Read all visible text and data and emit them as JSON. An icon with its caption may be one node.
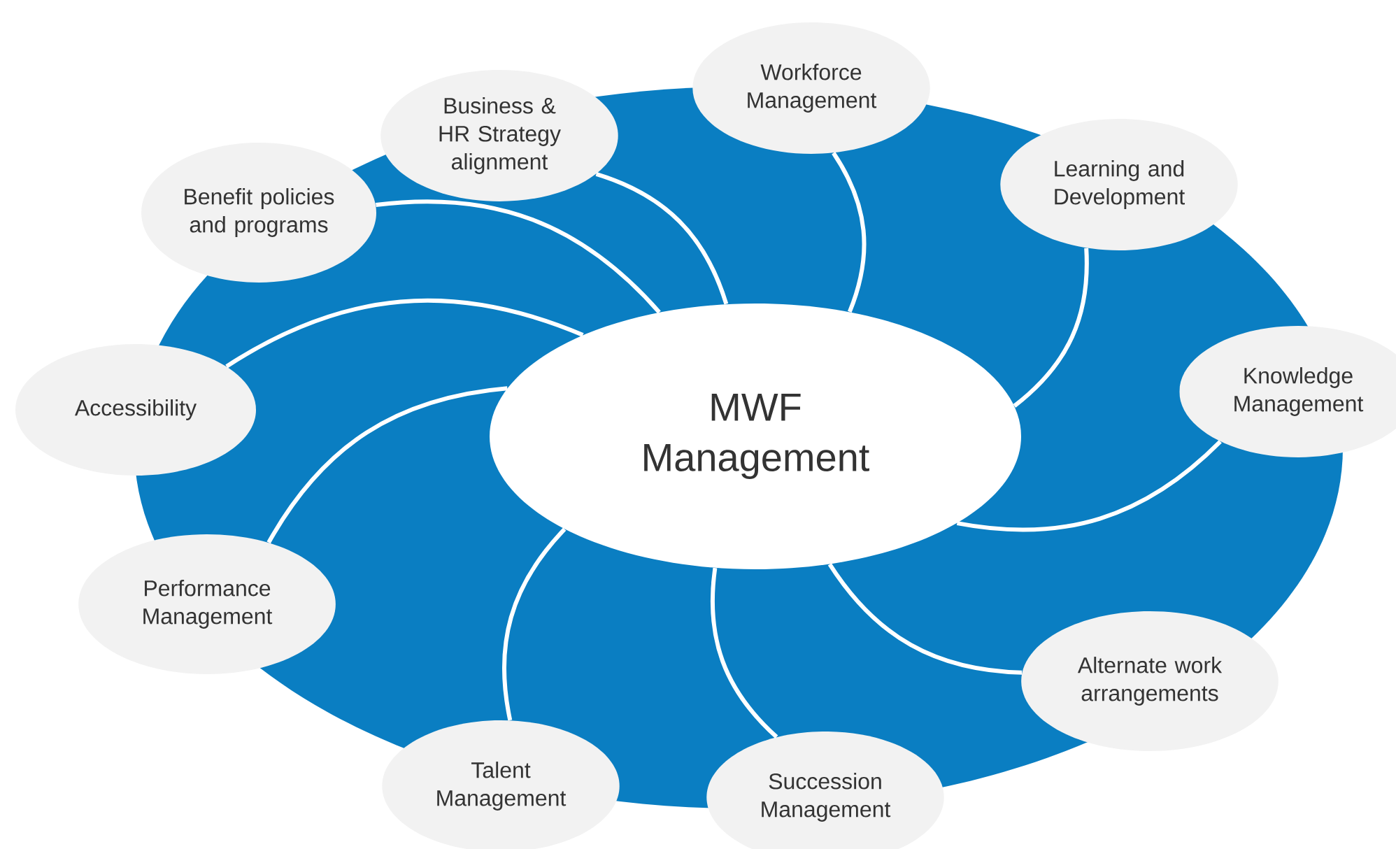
{
  "diagram": {
    "nodes": [
      {
        "text": [
          "MWF Management"
        ]
      },
      {
        "text": [
          "Business & HR Strategy alignment"
        ]
      },
      {
        "text": [
          "Workforce Management"
        ]
      },
      {
        "text": [
          "Learning and Development"
        ]
      },
      {
        "text": [
          "Knowledge Management"
        ]
      },
      {
        "text": [
          "Alternate work arrangements"
        ]
      },
      {
        "text": [
          "Succession Management"
        ]
      },
      {
        "text": [
          "Talent Management"
        ]
      },
      {
        "text": [
          "Performance Management"
        ]
      },
      {
        "text": [
          "Accessibility"
        ]
      },
      {
        "text": [
          "Benefit policies and programs"
        ]
      }
    ],
    "edges": [
      {
        "from": 0,
        "to": 1,
        "arrow": "none"
      },
      {
        "from": 0,
        "to": 2,
        "arrow": "none"
      },
      {
        "from": 0,
        "to": 3,
        "arrow": "none"
      },
      {
        "from": 0,
        "to": 4,
        "arrow": "none"
      },
      {
        "from": 0,
        "to": 5,
        "arrow": "none"
      },
      {
        "from": 0,
        "to": 6,
        "arrow": "none"
      },
      {
        "from": 0,
        "to": 7,
        "arrow": "none"
      },
      {
        "from": 0,
        "to": 8,
        "arrow": "none"
      },
      {
        "from": 0,
        "to": 9,
        "arrow": "none"
      },
      {
        "from": 0,
        "to": 10,
        "arrow": "none"
      }
    ]
  }
}
